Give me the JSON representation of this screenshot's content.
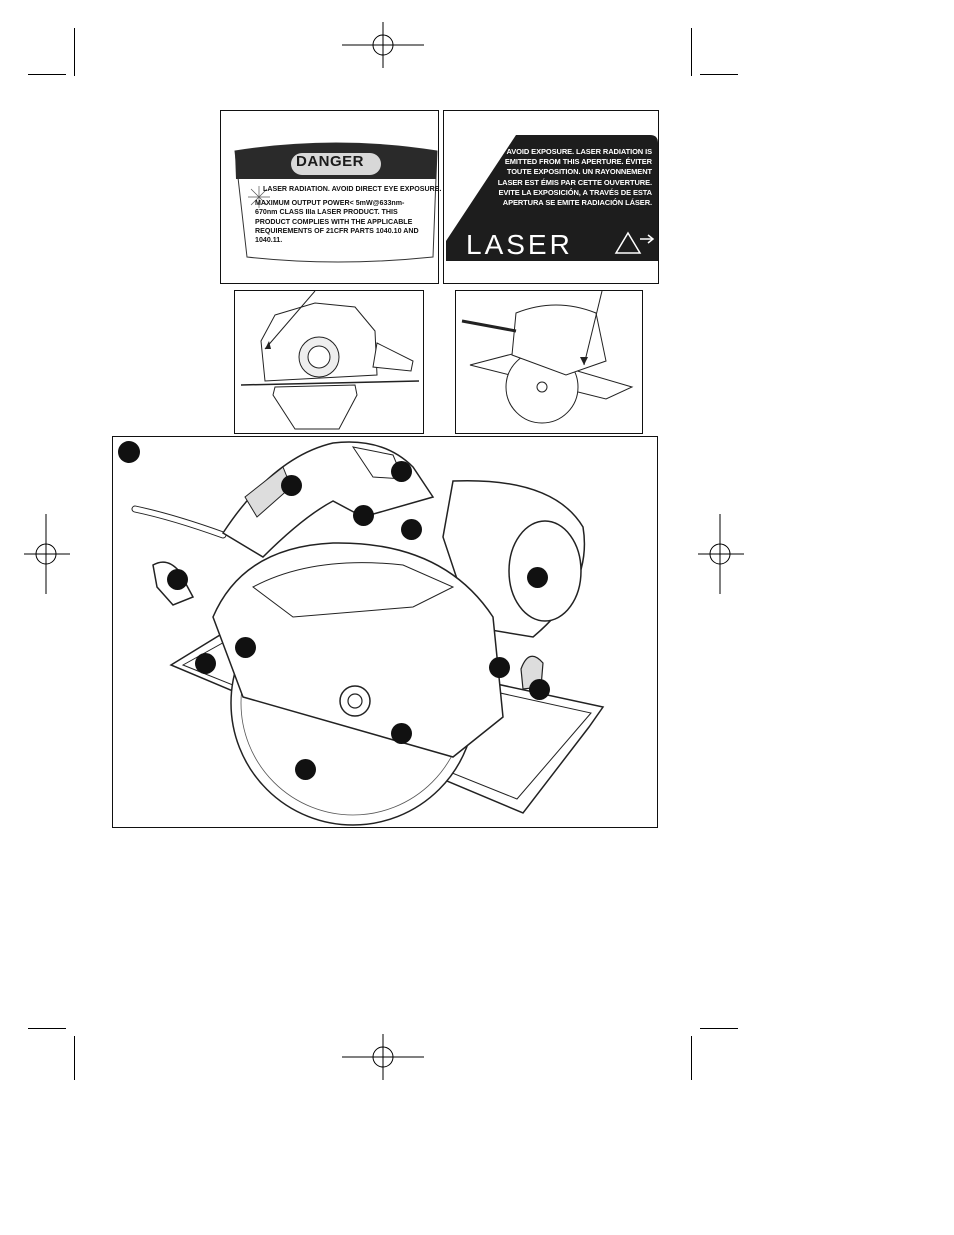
{
  "danger_label": {
    "heading": "DANGER",
    "line1": "LASER RADIATION. AVOID DIRECT EYE EXPOSURE.",
    "body": "MAXIMUM OUTPUT POWER< 5mW@633nm-670nm CLASS IIIa LASER PRODUCT. THIS PRODUCT COMPLIES WITH THE APPLICABLE REQUIREMENTS OF 21CFR PARTS 1040.10 AND 1040.11."
  },
  "aperture_label": {
    "body": "AVOID EXPOSURE. LASER RADIATION IS EMITTED FROM THIS APERTURE. ÉVITER TOUTE EXPOSITION. UN RAYONNEMENT LASER EST ÉMIS PAR CETTE OUVERTURE. EVITE LA EXPOSICIÓN, A TRAVÉS DE ESTA APERTURA SE EMITE RADIACIÓN LÁSER.",
    "logo_word": "LASER"
  },
  "illustrations": {
    "side_view_icon": "saw-side-view",
    "angle_view_icon": "saw-angle-view",
    "main_figure_icon": "circular-saw"
  },
  "colors": {
    "ink": "#111111",
    "paper": "#ffffff"
  }
}
